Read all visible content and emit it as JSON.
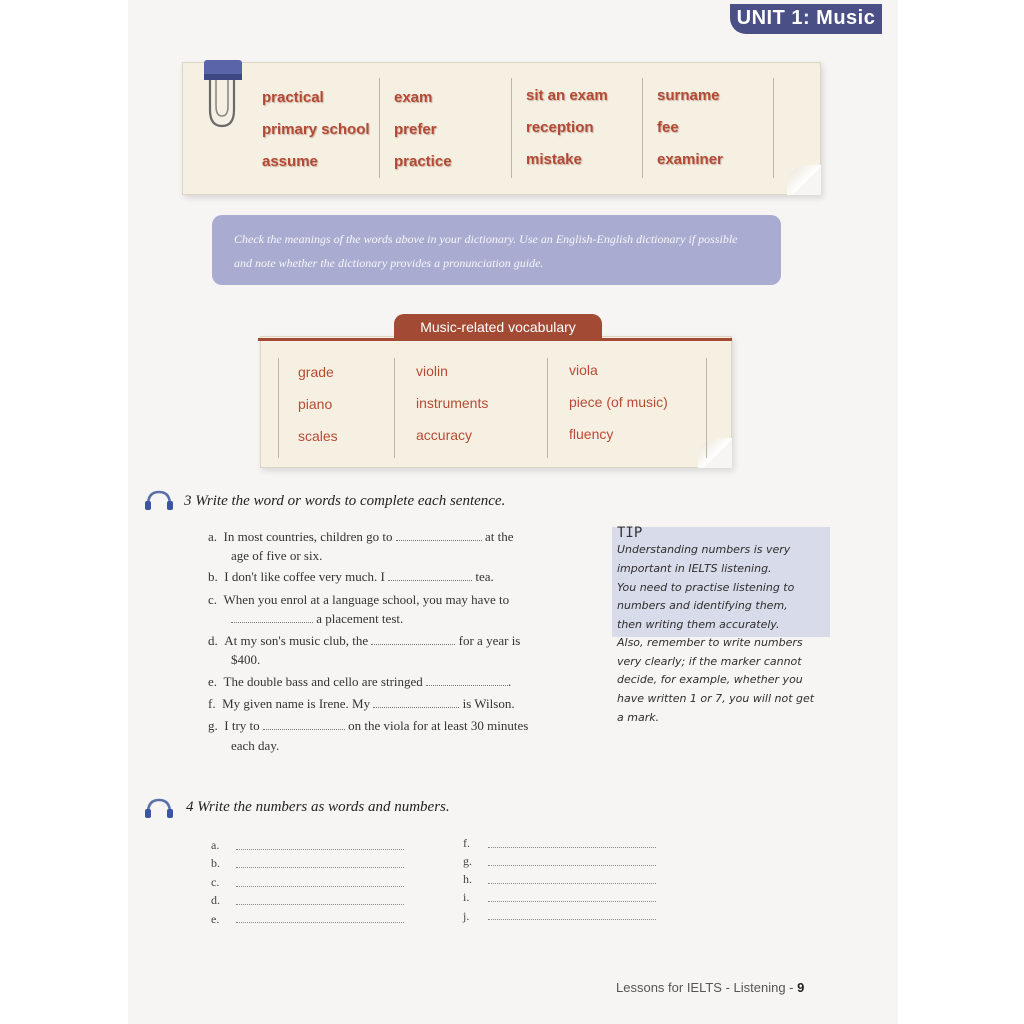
{
  "unit_tab": "UNIT 1: Music",
  "vocab_box": {
    "columns": [
      [
        "practical",
        "primary school",
        "assume"
      ],
      [
        "exam",
        "prefer",
        "practice"
      ],
      [
        "sit an exam",
        "reception",
        "mistake"
      ],
      [
        "surname",
        "fee",
        "examiner"
      ]
    ]
  },
  "instruction": {
    "line1": "Check the meanings of the words above in your dictionary. Use an English-English dictionary if possible",
    "line2": "and note whether the dictionary provides a pronunciation guide."
  },
  "music_vocab": {
    "title": "Music-related vocabulary",
    "columns": [
      [
        "grade",
        "piano",
        "scales"
      ],
      [
        "violin",
        "instruments",
        "accuracy"
      ],
      [
        "viola",
        "piece (of music)",
        "fluency"
      ]
    ]
  },
  "exercise3": {
    "heading": "3  Write the word or words to complete each sentence.",
    "sentences": [
      {
        "letter": "a.",
        "before": "In most countries, children go to",
        "after": "at the",
        "line2": "age of five or six."
      },
      {
        "letter": "b.",
        "before": "I don't like coffee very much. I",
        "after": "tea."
      },
      {
        "letter": "c.",
        "before": "When you enrol at a language school, you may have to",
        "line2": "a placement test."
      },
      {
        "letter": "d.",
        "before": "At my son's music club, the",
        "after": "for a year is",
        "line2": "$400."
      },
      {
        "letter": "e.",
        "before": "The double bass and cello are stringed",
        "after": "."
      },
      {
        "letter": "f.",
        "before": "My given name is Irene. My",
        "after": "is Wilson."
      },
      {
        "letter": "g.",
        "before": "I try to",
        "after": "on the viola for at least 30 minutes",
        "line2": "each day."
      }
    ]
  },
  "tip": {
    "title": "TIP",
    "lines": [
      "Understanding numbers is very",
      "important in IELTS listening.",
      "You need to practise listening to",
      "numbers and identifying them,",
      "then writing them accurately.",
      "Also, remember to write numbers",
      "very clearly; if the marker cannot",
      "decide, for example, whether you",
      "have written 1 or 7, you will not get",
      "a mark."
    ]
  },
  "exercise4": {
    "heading": "4  Write the numbers as words and numbers.",
    "left_letters": [
      "a.",
      "b.",
      "c.",
      "d.",
      "e."
    ],
    "right_letters": [
      "f.",
      "g.",
      "h.",
      "i.",
      "j."
    ]
  },
  "footer": {
    "text": "Lessons for IELTS - Listening - ",
    "page": "9"
  }
}
